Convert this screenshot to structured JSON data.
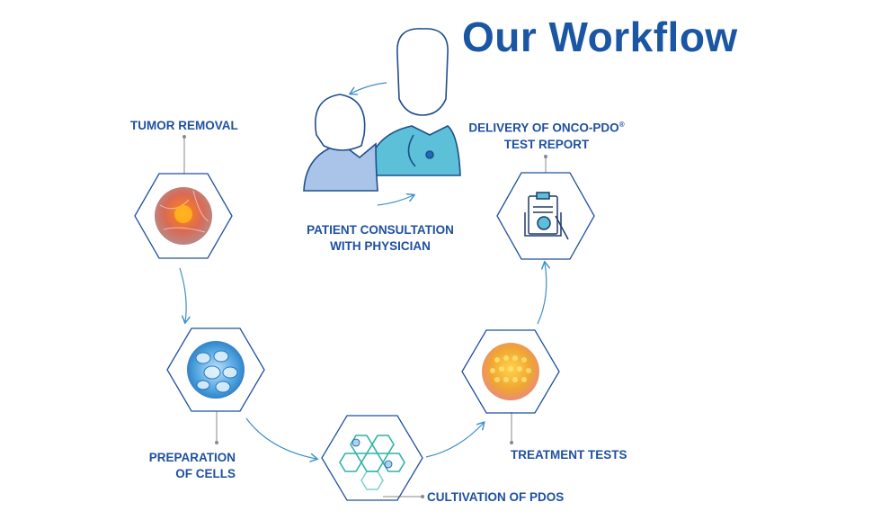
{
  "title": "Our Workflow",
  "steps": {
    "consultation": {
      "line1": "PATIENT CONSULTATION",
      "line2": "WITH PHYSICIAN",
      "icon": "patient-physician-icon"
    },
    "tumor_removal": {
      "label": "TUMOR REMOVAL",
      "icon": "tumor-image"
    },
    "preparation": {
      "line1": "PREPARATION",
      "line2": "OF CELLS",
      "icon": "cells-image"
    },
    "cultivation": {
      "label": "CULTIVATION OF PDOS",
      "icon": "honeycomb-organoids-icon"
    },
    "treatment": {
      "label": "TREATMENT TESTS",
      "icon": "well-plate-image"
    },
    "delivery": {
      "line1": "DELIVERY OF ONCO-PDO",
      "mark": "®",
      "line2": "TEST REPORT",
      "icon": "report-clipboard-icon"
    }
  },
  "colors": {
    "primary": "#1a56a3",
    "hex_stroke": "#1f50a0",
    "teal": "#2fb3a8",
    "arrow": "#3b8fc9"
  }
}
